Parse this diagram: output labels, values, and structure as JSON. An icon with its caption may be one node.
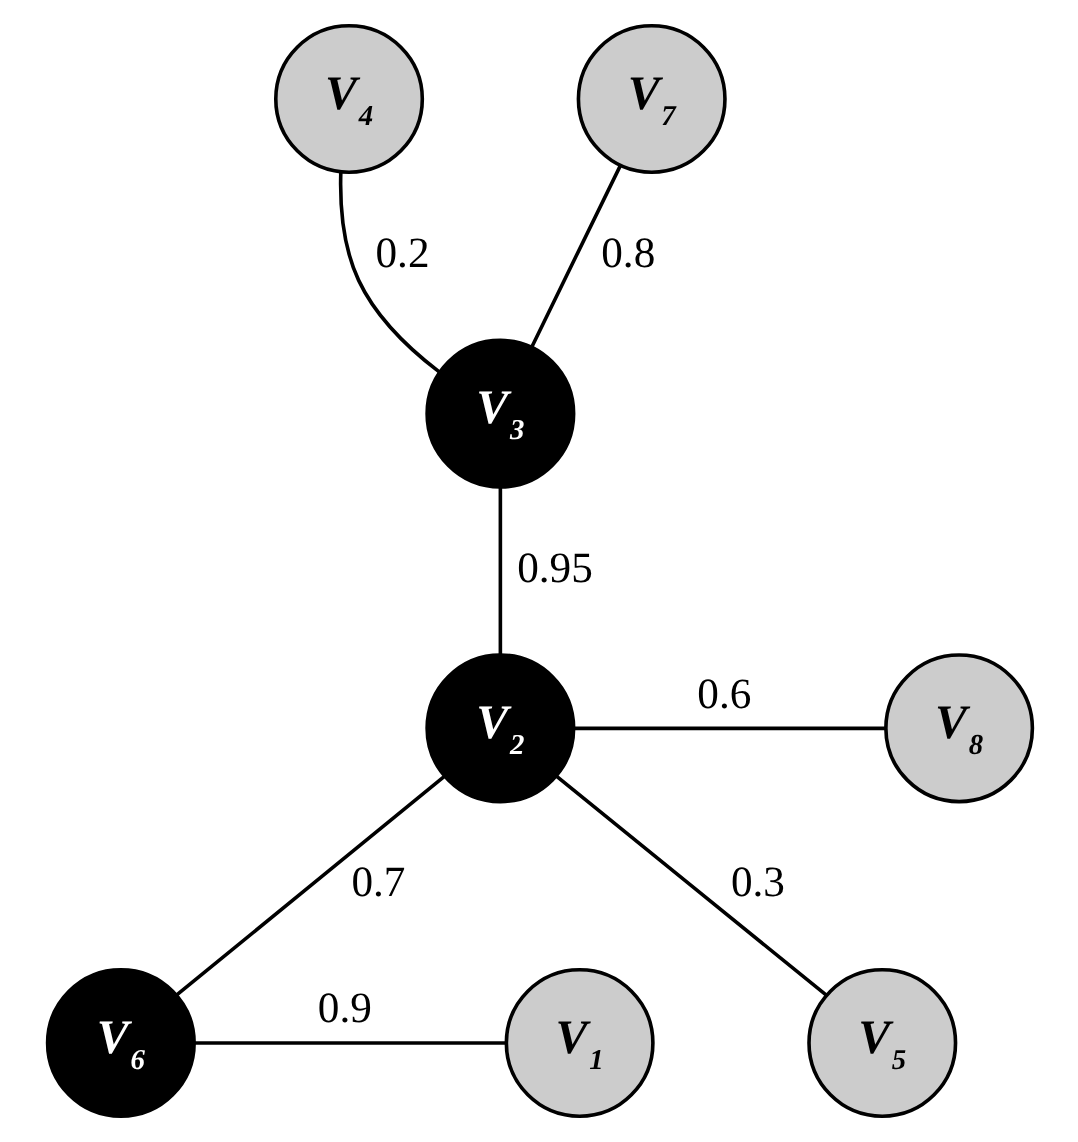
{
  "diagram": {
    "nodes": [
      {
        "text": [
          "V$_{4}$"
        ]
      },
      {
        "text": [
          "V$_{7}$"
        ]
      },
      {
        "text": [
          "V$_{3}$"
        ]
      },
      {
        "text": [
          "V$_{2}$"
        ]
      },
      {
        "text": [
          "V$_{8}$"
        ]
      },
      {
        "text": [
          "V$_{6}$"
        ]
      },
      {
        "text": [
          "V$_{1}$"
        ]
      },
      {
        "text": [
          "V$_{5}$"
        ]
      }
    ],
    "edges": [
      {
        "from": 0,
        "to": 2,
        "label": "0.2",
        "arrow": "none"
      },
      {
        "from": 1,
        "to": 2,
        "label": "0.8",
        "arrow": "none"
      },
      {
        "from": 2,
        "to": 3,
        "label": "0.95",
        "arrow": "none"
      },
      {
        "from": 3,
        "to": 4,
        "label": "0.6",
        "arrow": "none"
      },
      {
        "from": 3,
        "to": 5,
        "label": "0.7",
        "arrow": "none"
      },
      {
        "from": 3,
        "to": 7,
        "label": "0.3",
        "arrow": "none"
      },
      {
        "from": 6,
        "to": 5,
        "label": "0.9",
        "arrow": "none"
      }
    ]
  }
}
